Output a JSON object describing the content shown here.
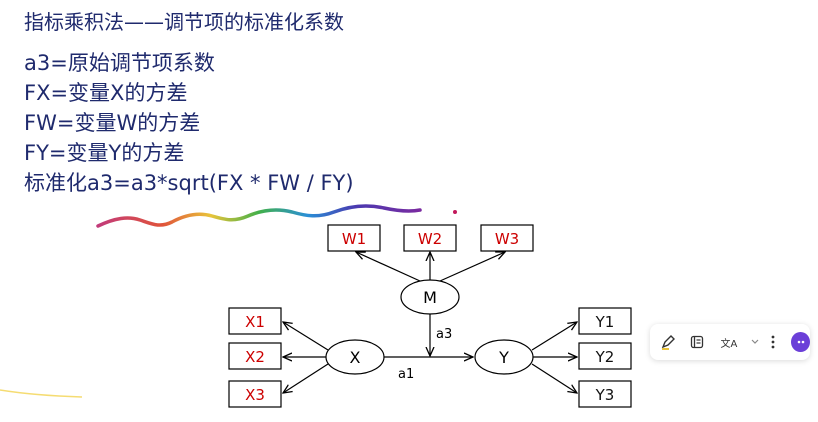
{
  "slide": {
    "title": "指标乘积法——调节项的标准化系数",
    "lines": [
      "a3=原始调节项系数",
      "FX=变量X的方差",
      "FW=变量W的方差",
      "FY=变量Y的方差",
      "标准化a3=a3*sqrt(FX * FW / FY)"
    ]
  },
  "diagram": {
    "boxes_w": [
      "W1",
      "W2",
      "W3"
    ],
    "boxes_x": [
      "X1",
      "X2",
      "X3"
    ],
    "boxes_y": [
      "Y1",
      "Y2",
      "Y3"
    ],
    "node_m": "M",
    "node_x": "X",
    "node_y": "Y",
    "label_a3": "a3",
    "label_a1": "a1",
    "colors": {
      "indicator_text_red": "#cc0000",
      "indicator_text_dark": "#111111",
      "line": "#000000"
    }
  },
  "toolbar": {
    "icons": [
      "highlighter-icon",
      "notes-icon",
      "translate-icon",
      "more-icon",
      "assistant-icon"
    ],
    "translate_label": "文A"
  }
}
